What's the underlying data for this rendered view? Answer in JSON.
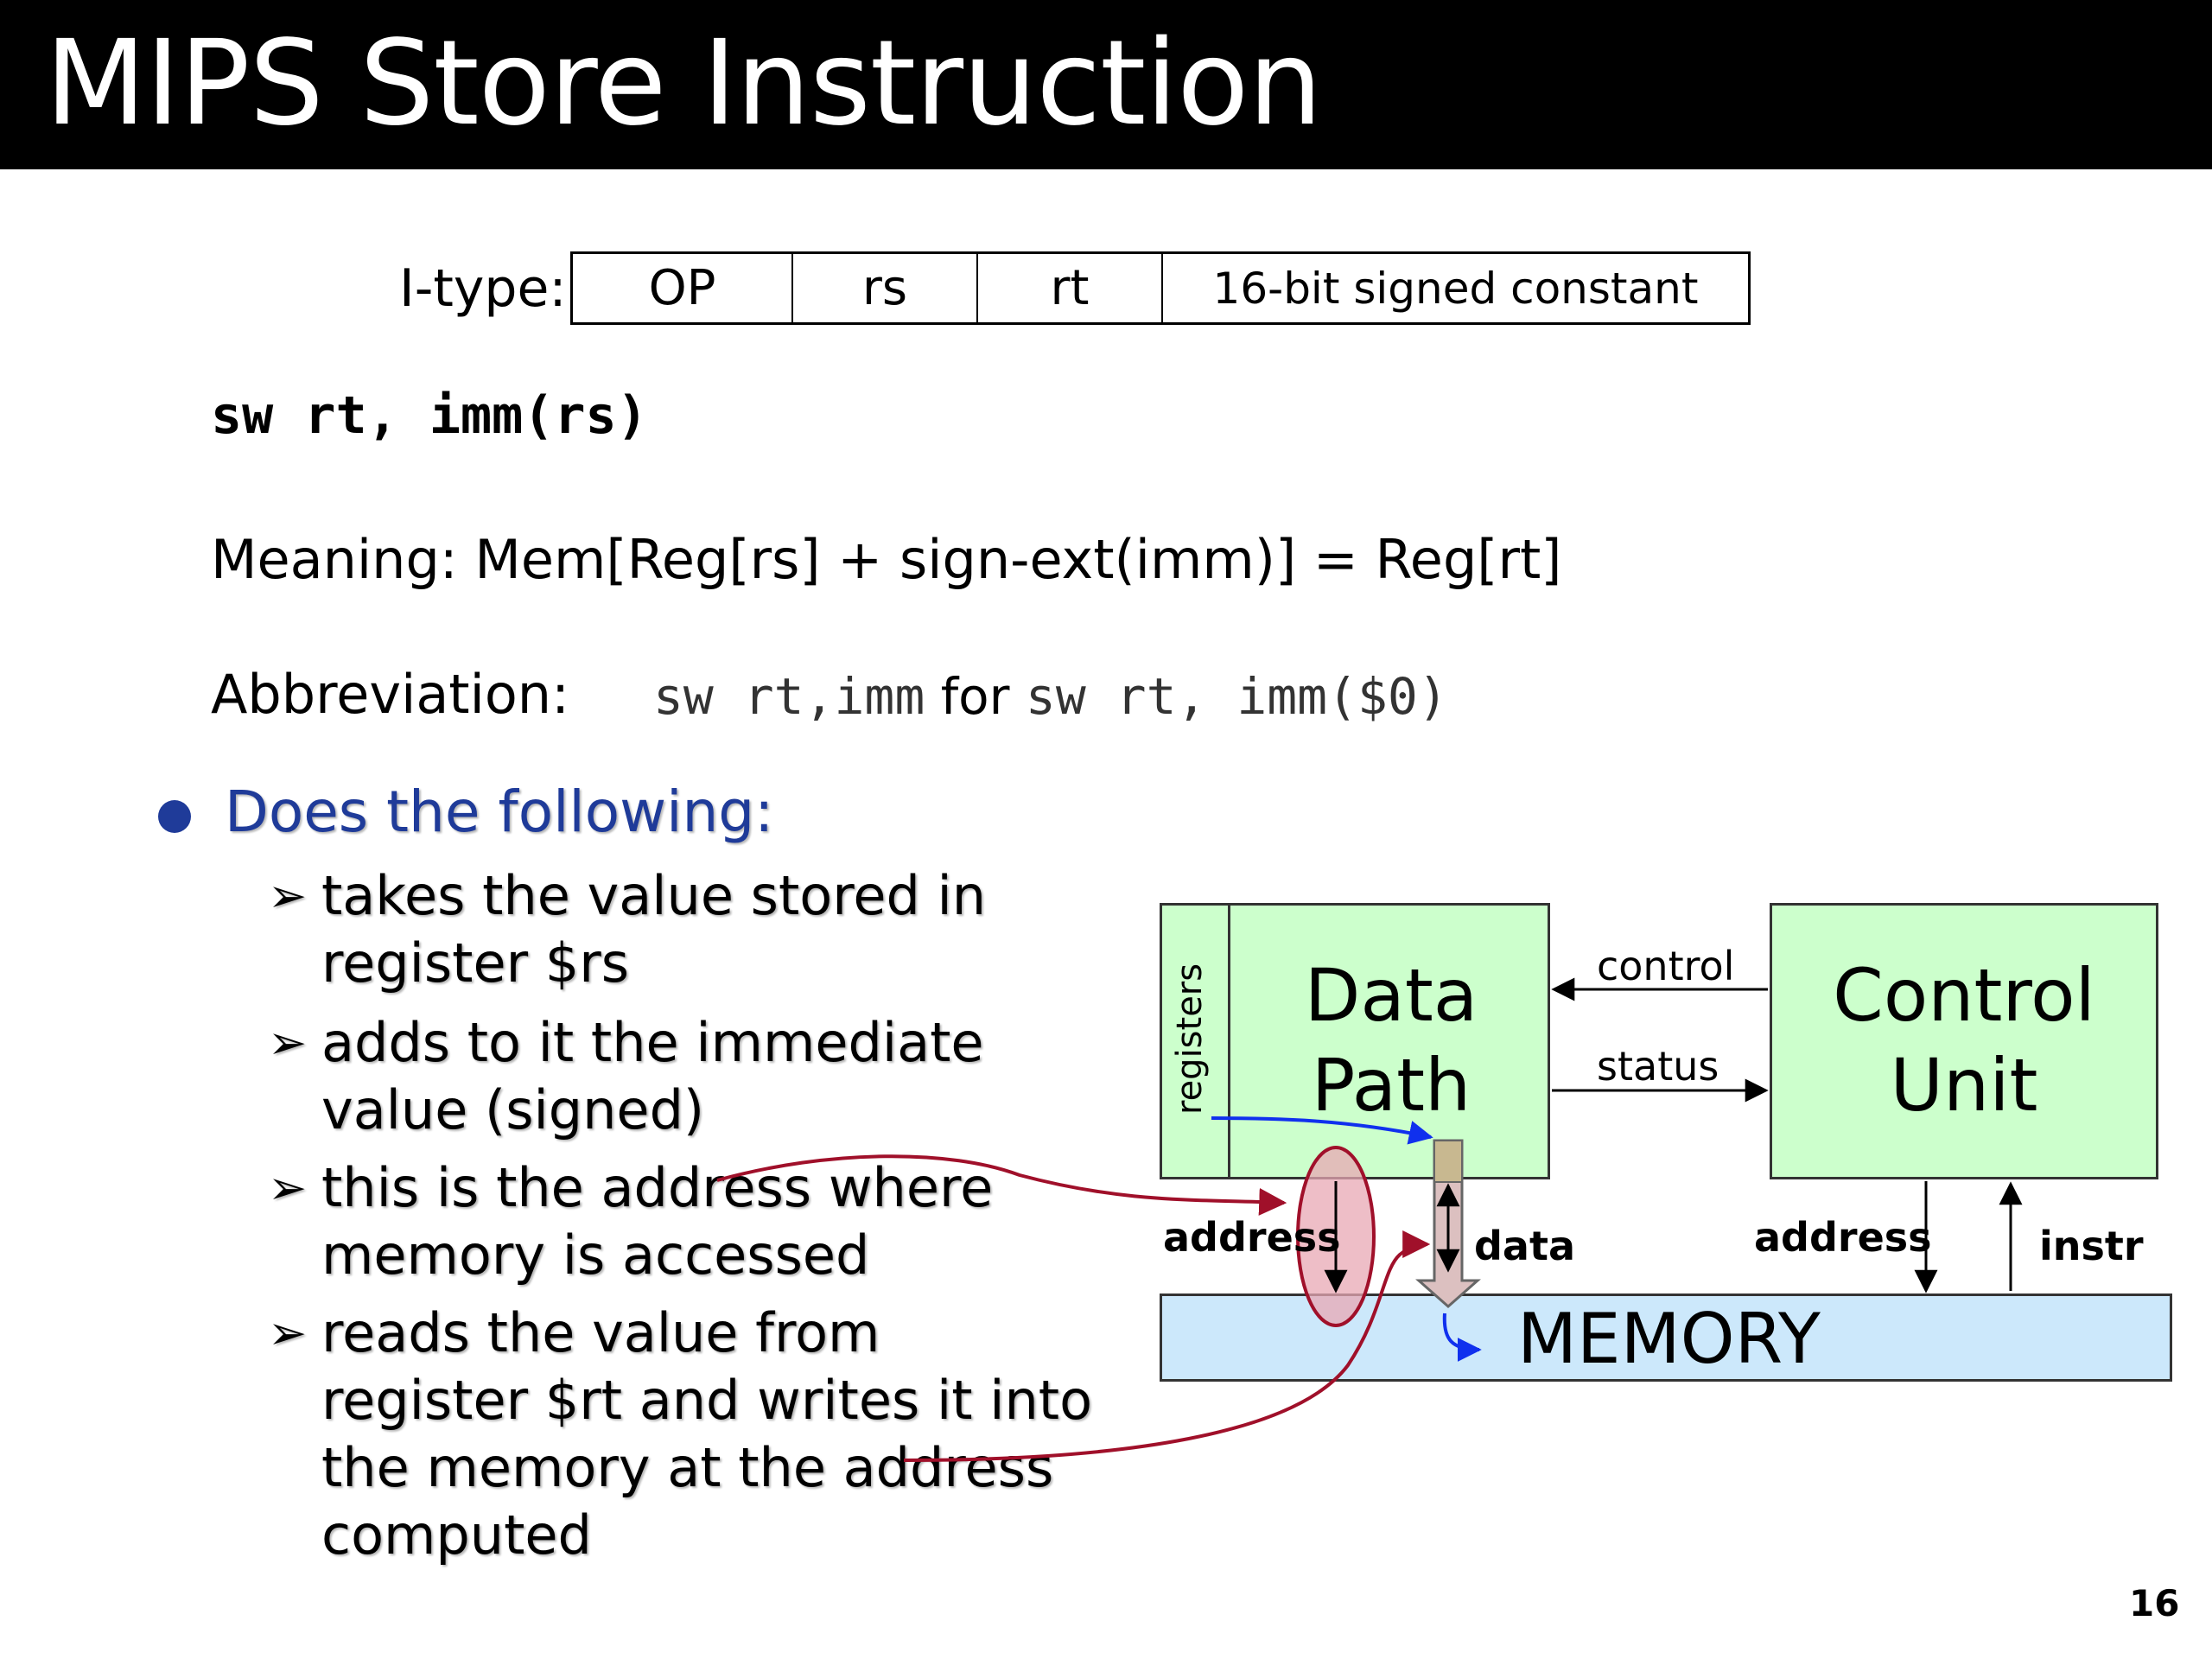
{
  "title": "MIPS Store Instruction",
  "format": {
    "label": "I-type:",
    "fields": [
      "OP",
      "rs",
      "rt",
      "16-bit signed constant"
    ]
  },
  "syntax": "sw rt, imm(rs)",
  "meaning": "Meaning:  Mem[Reg[rs] +  sign-ext(imm)] = Reg[rt]",
  "abbreviation": {
    "label": "Abbreviation:",
    "code1": "sw rt,imm",
    "word": " for ",
    "code2": "sw rt, imm($0)"
  },
  "bullet": {
    "main": "Does the following:",
    "items": [
      "takes the value stored in register $rs",
      "adds to it the immediate value (signed)",
      "this is the address where memory is accessed",
      "reads the value from register $rt and writes it into the memory at the address computed"
    ]
  },
  "diagram": {
    "registers": "registers",
    "datapath": "Data Path",
    "control_unit": "Control Unit",
    "memory": "MEMORY",
    "control": "control",
    "status": "status",
    "address_left": "address",
    "data": "data",
    "address_right": "address",
    "instr": "instr",
    "colors": {
      "box_fill": "#ccffcc",
      "memory_fill": "#cce8fb",
      "highlight": "#a0102a",
      "flow": "#1030ee"
    }
  },
  "page_number": "16"
}
